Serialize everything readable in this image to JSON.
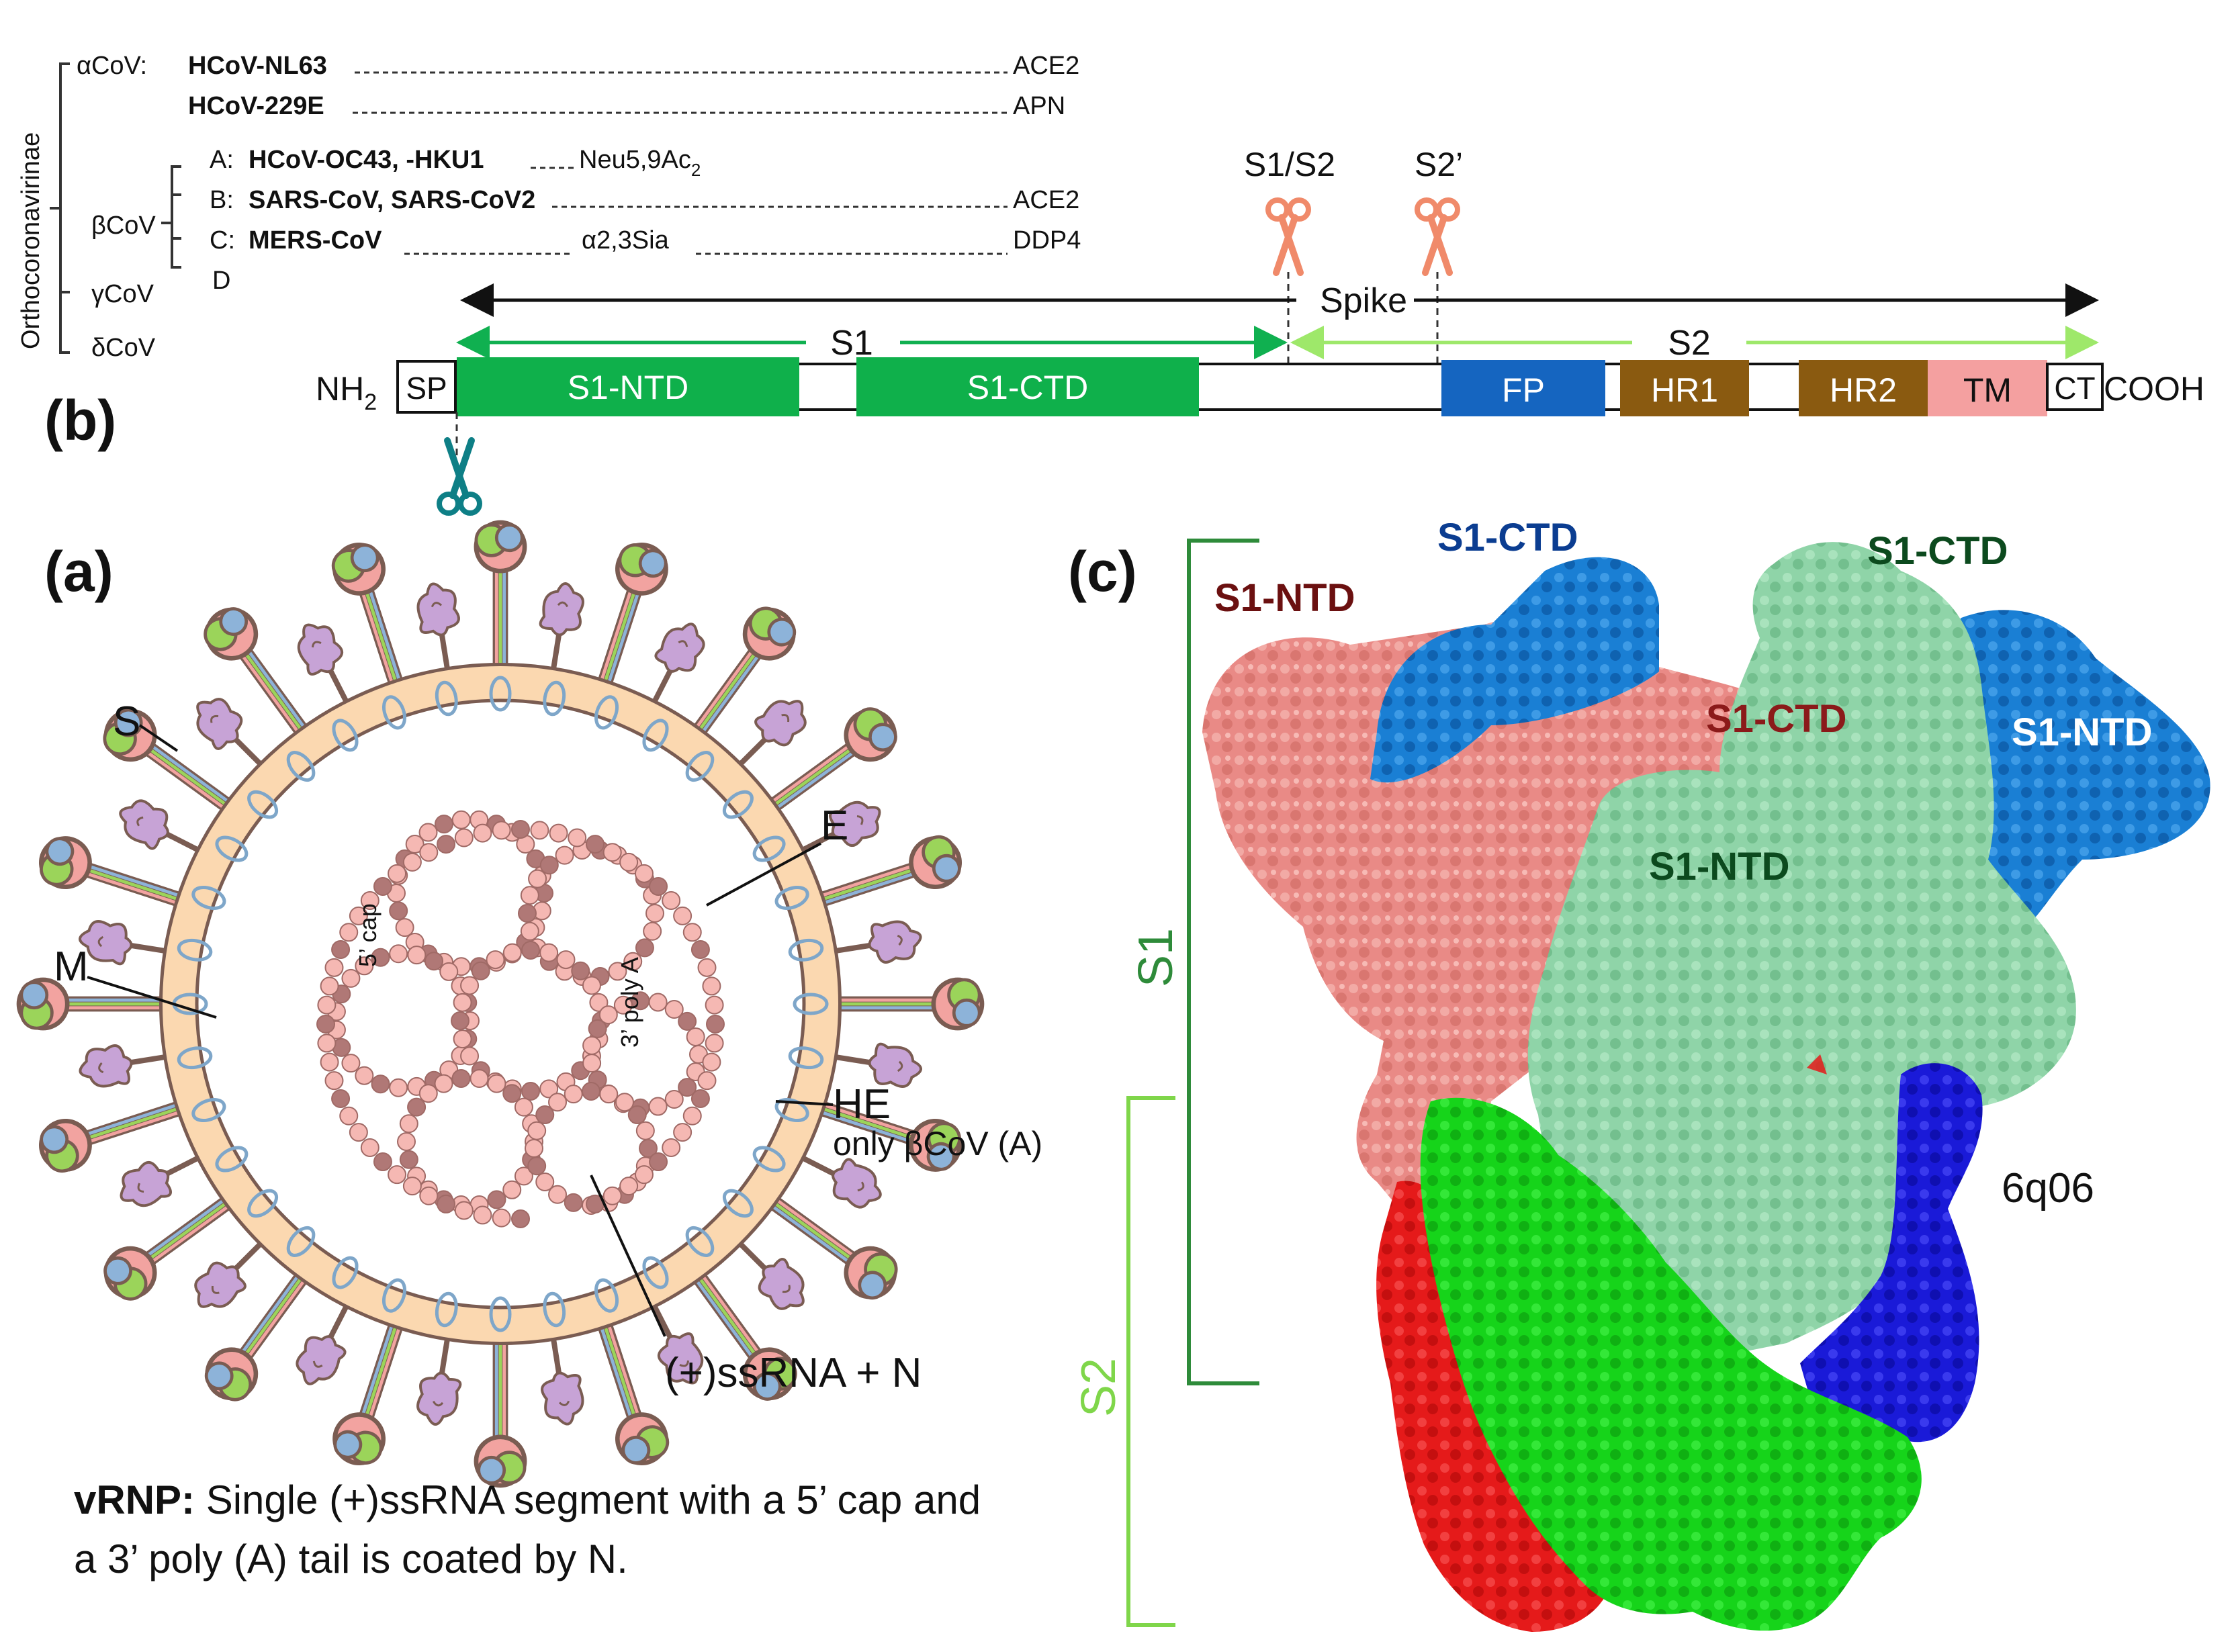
{
  "taxonomy": {
    "family": "Orthocoronavirinae",
    "genera": {
      "alpha": "αCoV:",
      "beta": "βCoV",
      "gamma": "γCoV",
      "delta": "δCoV"
    },
    "alpha_strains": [
      {
        "name": "HCoV-NL63",
        "receptor": "ACE2"
      },
      {
        "name": "HCoV-229E",
        "receptor": "APN"
      }
    ],
    "beta_lineages": [
      {
        "prefix": "A:",
        "name": "HCoV-OC43, -HKU1",
        "receptor": "Neu5,9Ac",
        "receptor_sub": "2"
      },
      {
        "prefix": "B:",
        "name": "SARS-CoV, SARS-CoV2",
        "receptor": "ACE2"
      },
      {
        "prefix": "C:",
        "name": "MERS-CoV",
        "receptor_mid": "α2,3Sia",
        "receptor": "DDP4"
      },
      {
        "prefix": "D",
        "name": "",
        "receptor": ""
      }
    ]
  },
  "panel_labels": {
    "a": "(a)",
    "b": "(b)",
    "c": "(c)"
  },
  "spike_map": {
    "cleavage_s1s2": "S1/S2",
    "cleavage_s2p": "S2’",
    "spike_label": "Spike",
    "s1_label": "S1",
    "s2_label": "S2",
    "nh2": "NH",
    "nh2_sub": "2",
    "cooh": "COOH",
    "domains": [
      {
        "label": "SP",
        "color": "#ffffff"
      },
      {
        "label": "S1-NTD",
        "color": "#0fb04b"
      },
      {
        "label": "S1-CTD",
        "color": "#0fb04b"
      },
      {
        "label": "FP",
        "color": "#1565c0"
      },
      {
        "label": "HR1",
        "color": "#8a5a10"
      },
      {
        "label": "HR2",
        "color": "#8a5a10"
      },
      {
        "label": "TM",
        "color": "#f4a0a0"
      },
      {
        "label": "CT",
        "color": "#ffffff"
      }
    ]
  },
  "virion": {
    "labels": {
      "s": "S",
      "e": "E",
      "m": "M",
      "he": "HE",
      "he_note": "only βCoV (A)",
      "rna": "(+)ssRNA + N",
      "cap5": "5’ cap",
      "polyA": "3’ poly A"
    }
  },
  "caption": {
    "bold": "vRNP:",
    "text": " Single (+)ssRNA segment with a 5’ cap and a 3’ poly (A) tail is coated by N."
  },
  "structure": {
    "pdb": "6q06",
    "labels": [
      {
        "text": "S1-CTD",
        "color": "#0b3d91"
      },
      {
        "text": "S1-CTD",
        "color": "#0c4a1e"
      },
      {
        "text": "S1-NTD",
        "color": "#6b1010"
      },
      {
        "text": "S1-CTD",
        "color": "#8b1a1a"
      },
      {
        "text": "S1-NTD",
        "color": "#ffffff"
      },
      {
        "text": "S1-NTD",
        "color": "#0c4a1e"
      }
    ],
    "bracket_s1": "S1",
    "bracket_s2": "S2"
  },
  "colors": {
    "s1_arrow": "#10b050",
    "s2_arrow": "#9ee86a",
    "scissors_red": "#f08a6a",
    "scissors_teal": "#0e7f86",
    "salmon": "#e98a86",
    "azure": "#1a7fd4",
    "mint": "#8fd4a8",
    "green": "#16d41a",
    "red": "#e51a1a",
    "blue": "#1a1ad8"
  }
}
